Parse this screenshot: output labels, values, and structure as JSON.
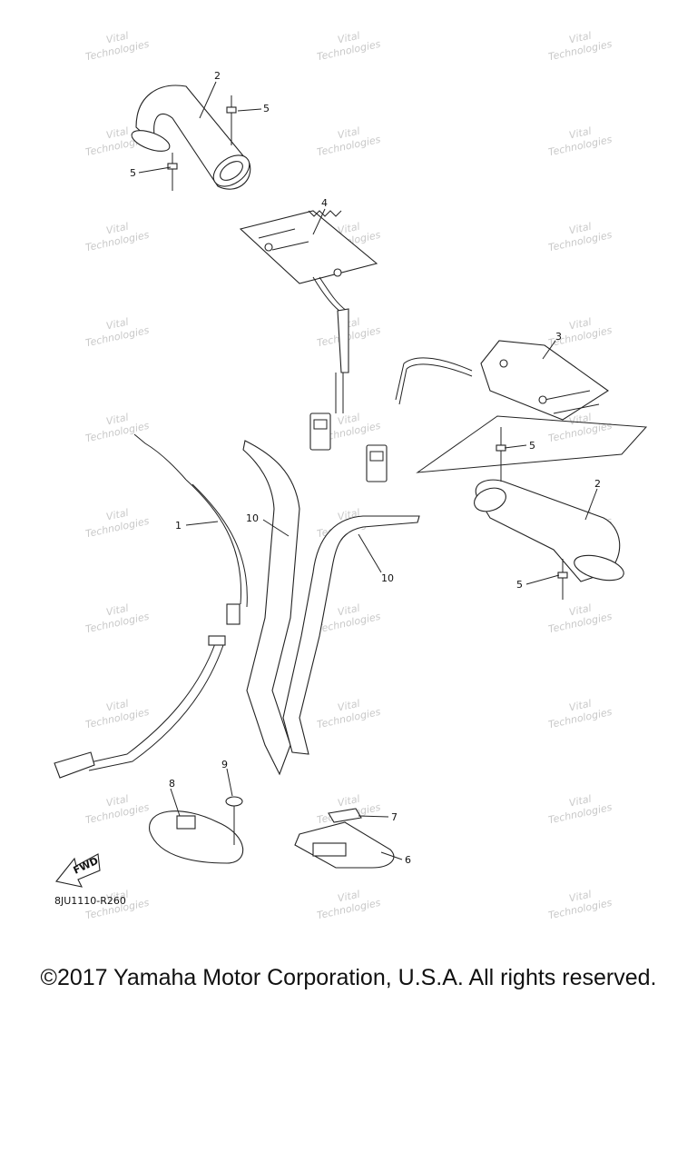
{
  "diagram": {
    "callouts": {
      "c1": "1",
      "c2a": "2",
      "c2b": "2",
      "c3": "3",
      "c4": "4",
      "c5a": "5",
      "c5b": "5",
      "c5c": "5",
      "c5d": "5",
      "c6": "6",
      "c7": "7",
      "c8": "8",
      "c9": "9",
      "c10a": "10",
      "c10b": "10"
    },
    "fwd_label": "FWD",
    "figure_code": "8JU1110-R260",
    "watermark": {
      "line1": "Vital",
      "line2": "Technologies"
    }
  },
  "footer": {
    "copyright": "©2017 Yamaha Motor Corporation, U.S.A. All rights reserved."
  }
}
